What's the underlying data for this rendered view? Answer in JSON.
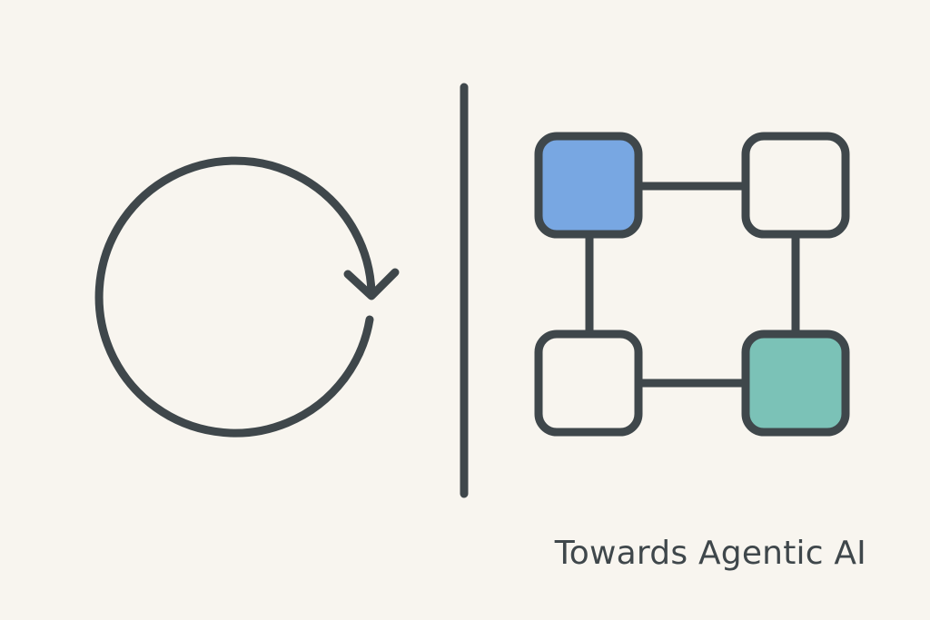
{
  "caption": "Towards Agentic AI",
  "colors": {
    "background": "#f8f5ef",
    "stroke": "#3f474b",
    "node_blue": "#78a7e2",
    "node_teal": "#7bc2b7",
    "node_empty": "#f8f5ef"
  },
  "icons": {
    "loop": "circular-arrow-icon",
    "network": "network-graph-icon"
  },
  "network": {
    "nodes": [
      {
        "id": "top-left",
        "fill": "blue"
      },
      {
        "id": "top-right",
        "fill": "empty"
      },
      {
        "id": "bottom-left",
        "fill": "empty"
      },
      {
        "id": "bottom-right",
        "fill": "teal"
      }
    ],
    "edges": [
      [
        "top-left",
        "top-right"
      ],
      [
        "top-left",
        "bottom-left"
      ],
      [
        "top-right",
        "bottom-right"
      ],
      [
        "bottom-left",
        "bottom-right"
      ]
    ]
  }
}
